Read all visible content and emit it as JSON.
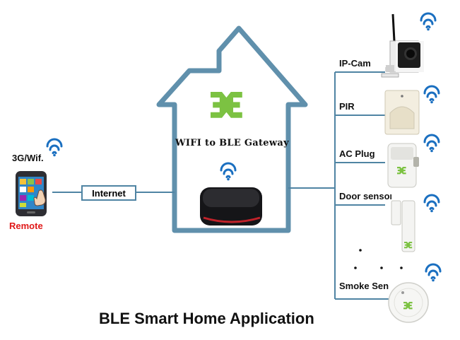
{
  "diagram": {
    "title": "BLE  Smart Home Application",
    "remote": {
      "network_label": "3G/Wif.",
      "label": "Remote"
    },
    "internet_label": "Internet",
    "gateway_label": "WIFI to BLE Gateway",
    "devices": [
      {
        "label": "IP-Cam",
        "icon": "ip-camera-icon"
      },
      {
        "label": "PIR",
        "icon": "pir-sensor-icon"
      },
      {
        "label": "AC Plug",
        "icon": "ac-plug-icon"
      },
      {
        "label": "Door sensor",
        "icon": "door-sensor-icon"
      },
      {
        "label": "Smoke Sen",
        "icon": "smoke-sensor-icon"
      }
    ],
    "colors": {
      "house_outline": "#4f84a3",
      "wifi": "#1a6fc0",
      "logo": "#7cc242",
      "remote_text": "#e01818"
    }
  }
}
